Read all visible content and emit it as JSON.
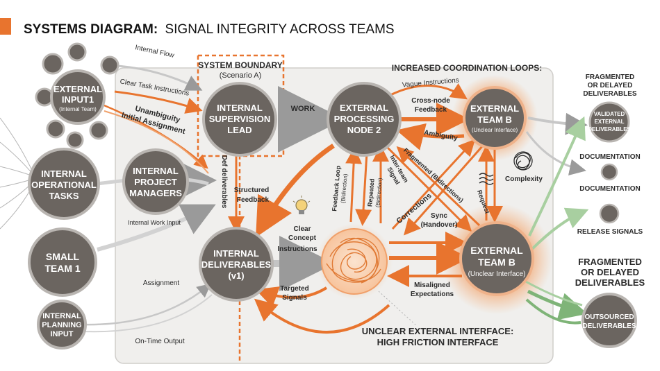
{
  "title": {
    "bold": "SYSTEMS DIAGRAM:",
    "rest": "SIGNAL INTEGRITY ACROSS TEAMS"
  },
  "accent_color": "#e8742e",
  "node_color": "#6b6560",
  "boundary": {
    "title": "SYSTEM BOUNDARY",
    "subtitle": "(Scenario A)"
  },
  "loops_title": "INCREASED COORDINATION LOOPS:",
  "unclear_title": [
    "UNCLEAR EXTERNAL INTERFACE:",
    "HIGH FRICTION INTERFACE"
  ],
  "nodes": {
    "ext_input": {
      "lines": [
        "EXTERNAL",
        "INPUT1"
      ],
      "sub": "(Internal Team)"
    },
    "ops_tasks": {
      "lines": [
        "INTERNAL",
        "OPERATIONAL",
        "TASKS"
      ]
    },
    "small_team": {
      "lines": [
        "SMALL",
        "TEAM 1"
      ]
    },
    "planning": {
      "lines": [
        "INTERNAL",
        "PLANNING",
        "INPUT"
      ]
    },
    "project_mgrs": {
      "lines": [
        "INTERNAL",
        "PROJECT",
        "MANAGERS"
      ]
    },
    "supervision": {
      "lines": [
        "INTERNAL",
        "SUPERVISION",
        "LEAD"
      ]
    },
    "deliverables": {
      "lines": [
        "INTERNAL",
        "DELIVERABLES",
        "(v1)"
      ]
    },
    "processing": {
      "lines": [
        "EXTERNAL",
        "PROCESSING",
        "NODE 2"
      ]
    },
    "team_b_top": {
      "lines": [
        "EXTERNAL",
        "TEAM B"
      ],
      "sub": "(Unclear Interface)"
    },
    "team_b_bottom": {
      "lines": [
        "EXTERNAL",
        "TEAM B"
      ],
      "sub": "(Unclear Interface)"
    }
  },
  "right_column": {
    "fragmented_top": [
      "FRAGMENTED",
      "OR DELAYED",
      "DELIVERABLES"
    ],
    "validated": [
      "VALIDATED",
      "EXTERNAL",
      "DELIVERABLES"
    ],
    "documentation_1": "DOCUMENTATION",
    "documentation_2": "DOCUMENTATION",
    "release_signals": "RELEASE SIGNALS",
    "fragmented_bottom": [
      "FRAGMENTED",
      "OR DELAYED",
      "DELIVERABLES"
    ],
    "outsourced": [
      "OUTSOURCED",
      "DELIVERABLES"
    ]
  },
  "labels": {
    "internal_flow": "Internal Flow",
    "clear_task": "Clear Task Instructions",
    "unambiguity": [
      "Unambiguity",
      "Initial Assignment"
    ],
    "work": "WORK",
    "def_deliverables": "Def deliverables",
    "structured_feedback": [
      "Structured",
      "Feedback"
    ],
    "internal_work_input": "Internal Work Input",
    "assignment": "Assignment",
    "on_time_output": "On-Time Output",
    "clear_concept": [
      "Clear",
      "Concept"
    ],
    "instructions": "Instructions",
    "targeted_signals": [
      "Targeted",
      "Signals"
    ],
    "vague_instructions": "Vague Instructions",
    "cross_node": [
      "Cross-node",
      "Feedback"
    ],
    "ambiguity": "Ambiguity",
    "fragmented_bidir": "Fragmented (Bidirections)",
    "inter_team": [
      "Inter-team",
      "Signal"
    ],
    "feedback_loop": [
      "Feedback Loop",
      "(Bidirection)"
    ],
    "repeated": [
      "Repeated",
      "(Bidirection)"
    ],
    "corrections": "Corrections",
    "sync": [
      "Sync",
      "(Handover)"
    ],
    "request": "Request",
    "complexity": "Complexity",
    "misaligned": [
      "Misaligned",
      "Expectations"
    ]
  }
}
